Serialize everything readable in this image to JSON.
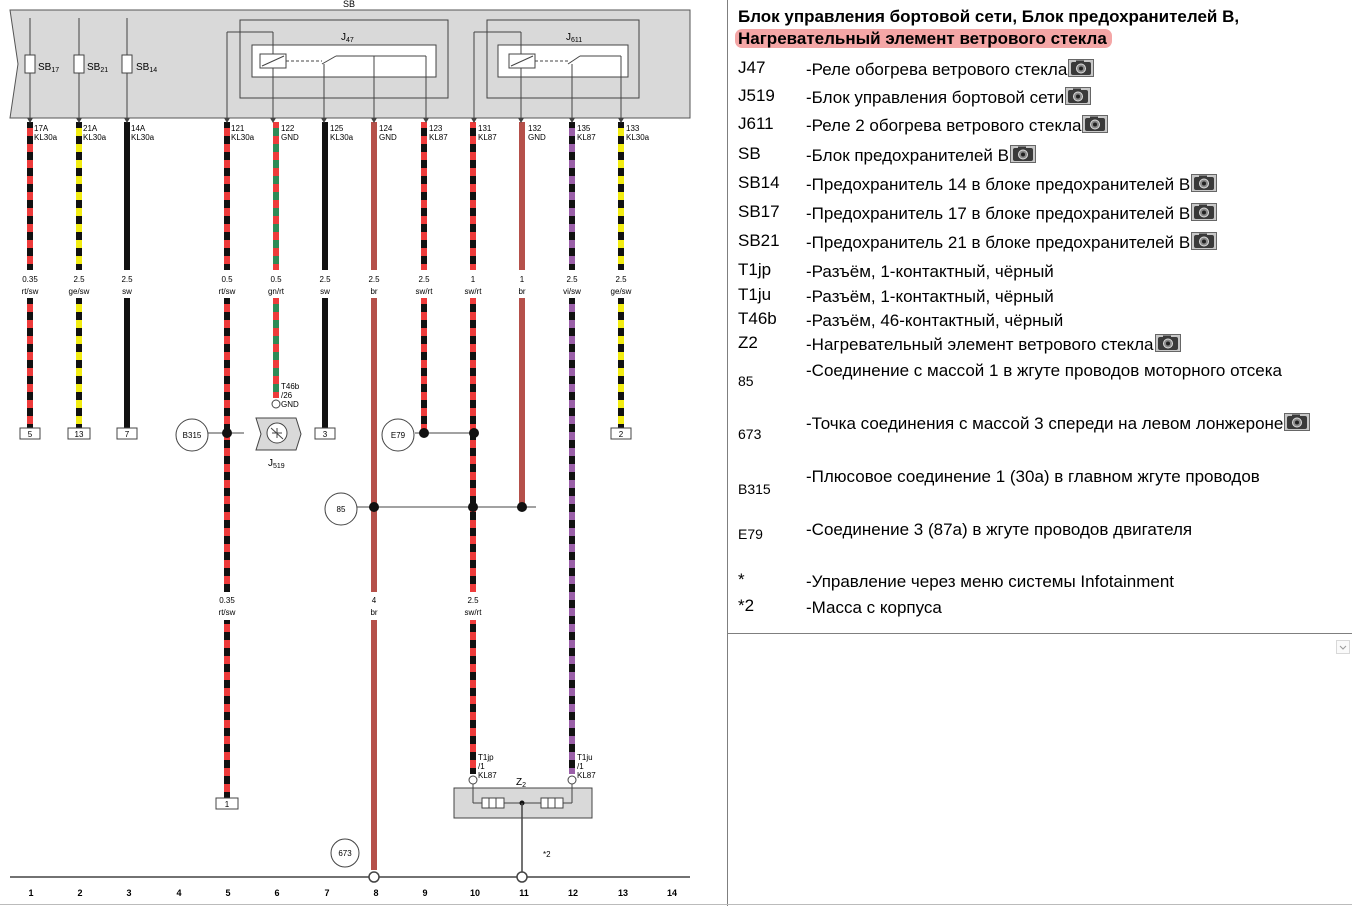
{
  "diagram": {
    "block_label": "SB",
    "relays": [
      {
        "id": "J47",
        "name": "J",
        "sub": "47"
      },
      {
        "id": "J611",
        "name": "J",
        "sub": "611"
      }
    ],
    "fuses": [
      {
        "name": "SB",
        "sub": "17"
      },
      {
        "name": "SB",
        "sub": "21"
      },
      {
        "name": "SB",
        "sub": "14"
      }
    ],
    "wires": [
      {
        "pin": "17A",
        "term": "KL30a",
        "gauge": "0.35",
        "color": "rt/sw",
        "connector": "5"
      },
      {
        "pin": "21A",
        "term": "KL30a",
        "gauge": "2.5",
        "color": "ge/sw",
        "connector": "13"
      },
      {
        "pin": "14A",
        "term": "KL30a",
        "gauge": "2.5",
        "color": "sw",
        "connector": "7"
      },
      {
        "pin": "121",
        "term": "KL30a",
        "gauge": "0.5",
        "color": "rt/sw",
        "gauge2": "0.35",
        "color2": "rt/sw",
        "connector": "1"
      },
      {
        "pin": "122",
        "term": "GND",
        "gauge": "0.5",
        "color": "gn/rt",
        "conn_label": "T46b",
        "conn_pin": "/26",
        "conn_term": "GND"
      },
      {
        "pin": "125",
        "term": "KL30a",
        "gauge": "2.5",
        "color": "sw",
        "connector": "3"
      },
      {
        "pin": "124",
        "term": "GND",
        "gauge": "2.5",
        "color": "br",
        "gauge2": "4",
        "color2": "br"
      },
      {
        "pin": "123",
        "term": "KL87",
        "gauge": "2.5",
        "color": "sw/rt"
      },
      {
        "pin": "131",
        "term": "KL87",
        "gauge": "1",
        "color": "sw/rt",
        "gauge2": "2.5",
        "color2": "sw/rt",
        "conn_label": "T1jp",
        "conn_pin": "/1",
        "conn_term": "KL87"
      },
      {
        "pin": "132",
        "term": "GND",
        "gauge": "1",
        "color": "br"
      },
      {
        "pin": "135",
        "term": "KL87",
        "gauge": "2.5",
        "color": "vi/sw",
        "conn_label": "T1ju",
        "conn_pin": "/1",
        "conn_term": "KL87"
      },
      {
        "pin": "133",
        "term": "KL30a",
        "gauge": "2.5",
        "color": "ge/sw",
        "connector": "2"
      }
    ],
    "splices": [
      {
        "label": "B315"
      },
      {
        "label": "E79"
      },
      {
        "label": "85"
      },
      {
        "label": "673"
      }
    ],
    "module": {
      "name": "J",
      "sub": "519"
    },
    "heater": {
      "name": "Z",
      "sub": "2"
    },
    "footnote": "*2",
    "track_numbers": [
      "1",
      "2",
      "3",
      "4",
      "5",
      "6",
      "7",
      "8",
      "9",
      "10",
      "11",
      "12",
      "13",
      "14"
    ],
    "colors": {
      "red": "#ee3b3b",
      "yellow": "#f2ec12",
      "black": "#111111",
      "green": "#2e8b57",
      "brown": "#b5504a",
      "violet": "#9a5fa8",
      "box": "#d9d9d9"
    }
  },
  "legend": {
    "title_line1": "Блок управления бортовой сети, Блок предохранителей B,",
    "title_line2": "Нагревательный элемент ветрового стекла",
    "items": [
      {
        "code": "J47",
        "desc": "-Реле обогрева ветрового стекла",
        "camera": true
      },
      {
        "code": "J519",
        "desc": "-Блок управления бортовой сети",
        "camera": true
      },
      {
        "code": "J611",
        "desc": "-Реле 2 обогрева ветрового стекла",
        "camera": true
      },
      {
        "code": "SB",
        "desc": "-Блок предохранителей B",
        "camera": true
      },
      {
        "code": "SB14",
        "desc": "-Предохранитель 14 в блоке предохранителей B",
        "camera": true
      },
      {
        "code": "SB17",
        "desc": "-Предохранитель 17 в блоке предохранителей B",
        "camera": true
      },
      {
        "code": "SB21",
        "desc": "-Предохранитель 21 в блоке предохранителей B",
        "camera": true
      },
      {
        "code": "T1jp",
        "desc": "-Разъём, 1-контактный, чёрный",
        "camera": false
      },
      {
        "code": "T1ju",
        "desc": "-Разъём, 1-контактный, чёрный",
        "camera": false
      },
      {
        "code": "T46b",
        "desc": "-Разъём, 46-контактный, чёрный",
        "camera": false
      },
      {
        "code": "Z2",
        "desc": "-Нагревательный элемент ветрового стекла",
        "camera": true
      },
      {
        "code": "85",
        "desc": "-Соединение с массой 1 в жгуте проводов моторного отсека",
        "camera": false
      },
      {
        "code": "673",
        "desc": "-Точка соединения с массой 3 спереди на левом лонжероне",
        "camera": true
      },
      {
        "code": "B315",
        "desc": "-Плюсовое соединение 1 (30a) в главном жгуте проводов",
        "camera": false
      },
      {
        "code": "E79",
        "desc": "-Соединение 3 (87a) в жгуте проводов двигателя",
        "camera": false
      },
      {
        "code": "*",
        "desc": "-Управление через меню системы Infotainment",
        "camera": false
      },
      {
        "code": "*2",
        "desc": "-Масса с корпуса",
        "camera": false
      }
    ]
  }
}
